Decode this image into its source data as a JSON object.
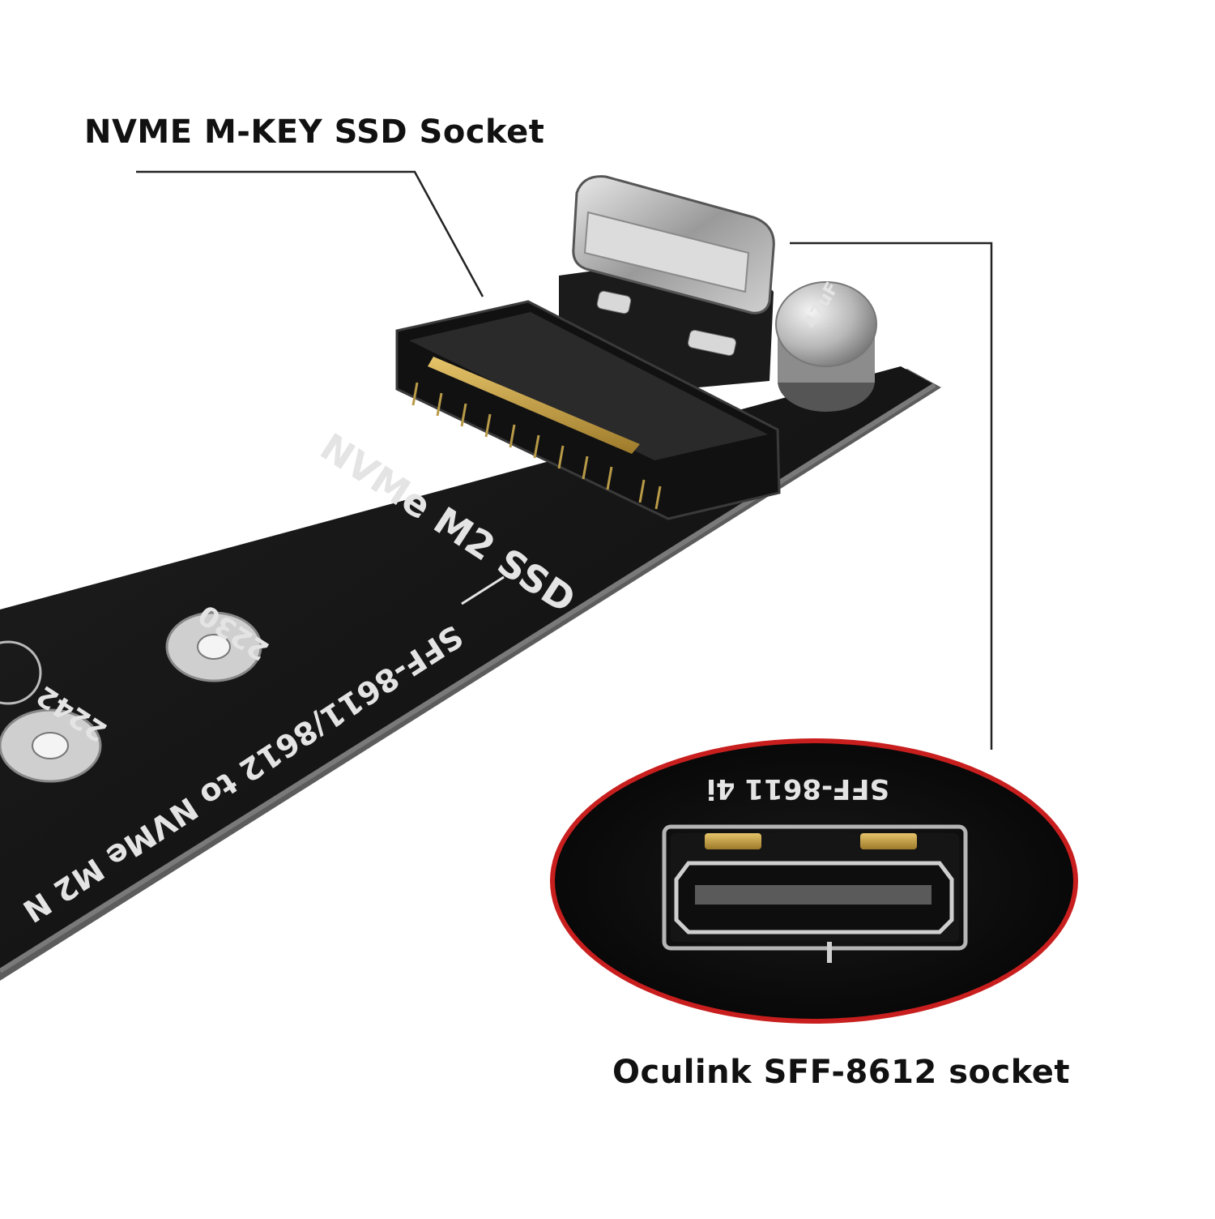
{
  "callouts": {
    "ssd_socket_label": "NVME M-KEY SSD Socket",
    "oculink_socket_label": "Oculink SFF-8612 socket"
  },
  "board_silkscreen": {
    "title": "NVMe M2 SSD",
    "description": "SFF-8611/8612 to NVMe M2 N",
    "sizes": [
      "2230",
      "2242"
    ],
    "capacitor_marking": "47uF"
  },
  "zoom_inset": {
    "silkscreen": "SFF-8611 4i"
  },
  "colors": {
    "pcb": "#141414",
    "pcb_edge": "#6a6a6a",
    "silkscreen": "#e4e4e4",
    "gold_contacts": "#c9a54a",
    "inset_border": "#c81e1e",
    "callout_text": "#111111"
  }
}
